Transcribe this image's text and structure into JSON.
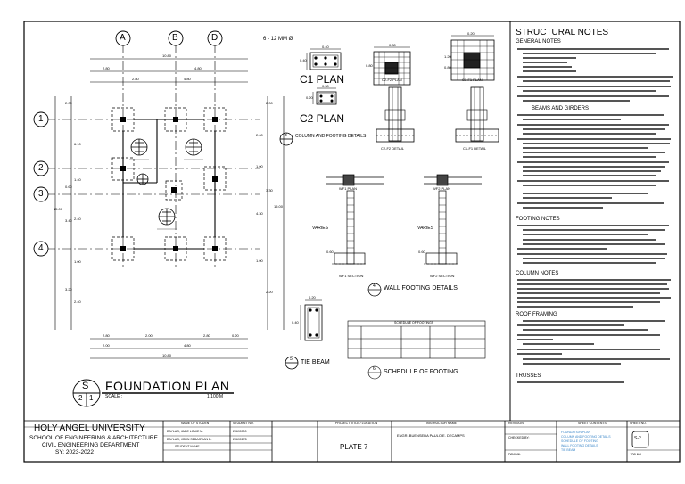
{
  "foundation_plan": {
    "grid_top": [
      "A",
      "B",
      "D"
    ],
    "grid_left": [
      "1",
      "2",
      "3",
      "4"
    ],
    "dims_top_1": [
      "10.80",
      "2.80",
      "4.80"
    ],
    "dims_top_2": [
      "2.80",
      "4.80"
    ],
    "dims_left": [
      "2.00",
      "6.10",
      "0.60",
      "1.40",
      "2.40",
      "15.00",
      "3.40",
      "1.00",
      "3.20",
      "2.40"
    ],
    "dims_right": [
      "2.00",
      "2.60",
      "1.00",
      "3.30",
      "4.30",
      "15.00",
      "1.00",
      "2.20"
    ],
    "dims_bottom_1": [
      "2.80",
      "2.00",
      "2.80",
      "0.20"
    ],
    "dims_bottom_2": [
      "2.00",
      "4.80"
    ],
    "dims_bottom_3": [
      "10.80"
    ],
    "title": "FOUNDATION PLAN",
    "scale_label": "SCALE :",
    "scale_value": "1:100 M",
    "symbol_top": "S",
    "symbol_bottom_left": "2",
    "symbol_bottom_right": "1"
  },
  "column_details": {
    "bar_label": "6 - 12 MM Ø",
    "c1_title": "C1 PLAN",
    "c2_title": "C2 PLAN",
    "c1_dims": [
      "0.40",
      "0.40"
    ],
    "c2_dims": [
      "0.30",
      "0.20"
    ],
    "footing_dims": [
      "0.80",
      "1.20",
      "0.20",
      "0.80",
      "0.80"
    ],
    "c2f2_plan": "C2-F2 PLAN",
    "c1f1_plan": "C1-F1 PLAN",
    "c2f2_detail": "C2-F2 DETAIL",
    "c1f1_detail": "C1-F1 DETAIL",
    "section_title": "COLUMN AND FOOTING DETAILS",
    "section_num": "3"
  },
  "wall_footing": {
    "label_left": "WF1 PLAN",
    "label_right": "WF2 PLAN",
    "varies_1": "VARIES",
    "varies_2": "VARIES",
    "dims": [
      "0.60",
      "0.60"
    ],
    "section_left": "WF1 SECTION",
    "section_right": "WF2 SECTION",
    "title": "WALL FOOTING DETAILS",
    "num": "4"
  },
  "tie_beam": {
    "dims": [
      "0.20",
      "0.40"
    ],
    "title": "TIE BEAM",
    "num": "5"
  },
  "schedule": {
    "table_title": "SCHEDULE OF FOOTINGS",
    "title": "SCHEDULE OF FOOTING",
    "num": "6"
  },
  "notes": {
    "title": "STRUCTURAL NOTES",
    "sections": [
      "GENERAL NOTES",
      "BEAMS AND GIRDERS",
      "FOOTING NOTES",
      "COLUMN NOTES",
      "ROOF FRAMING",
      "TRUSSES"
    ]
  },
  "title_block": {
    "university": "HOLY ANGEL UNIVERSITY",
    "school": "SCHOOL OF ENGINEERING & ARCHITECTURE",
    "department": "CIVIL ENGINEERING DEPARTMENT",
    "sy": "SY: 2023-2022",
    "name_header": "NAME OF STUDENT",
    "student_no_header": "STUDENT NO.",
    "project_header": "PROJECT TITLE / LOCATION",
    "instructor_header": "INSTRUCTOR NAME",
    "revision_header": "REVISION",
    "contents_header": "SHEET CONTENTS",
    "sheet_header": "SHEET NO.",
    "plate": "PLATE 7",
    "instructor": "ENGR. BUENSEDA PAULO E. DECAMPS",
    "students": [
      "DAYLAG, JADE LOUIE M.",
      "DAYLAG, JOHN SEBASTIAN D."
    ],
    "student_nos": [
      "20690000",
      "20690178"
    ],
    "student_name_label": "STUDENT NAME",
    "checked_by": "CHECKED BY:",
    "drawn": "DRAWN:",
    "job_no": "JOB NO.",
    "sheet_contents": [
      "FOUNDATION PLAN",
      "COLUMN AND FOOTING DETAILS",
      "SCHEDULE OF FOOTING",
      "WALL FOOTING DETAILS",
      "TIE BEAM"
    ],
    "sheet_no": "S-2",
    "accent": "#3a86c8"
  }
}
